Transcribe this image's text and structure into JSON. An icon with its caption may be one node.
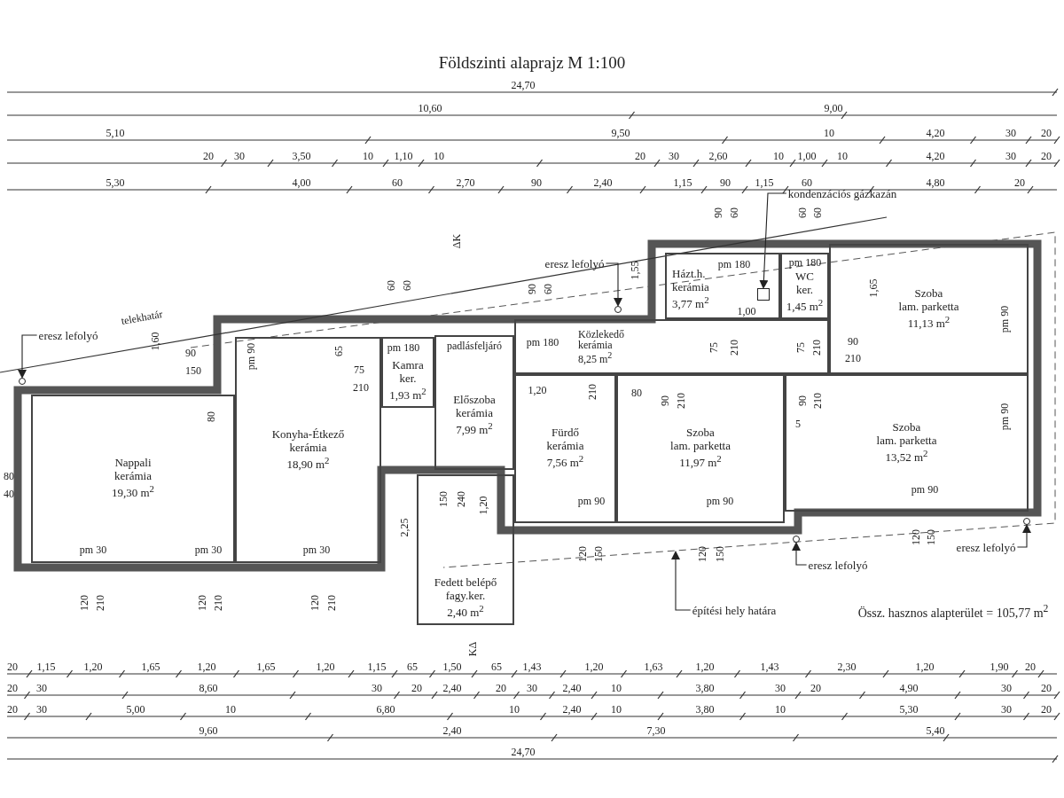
{
  "diagram": {
    "title": "Földszinti alaprajz M 1:100",
    "nodes": [
      {
        "text": [
          "Nappali",
          "kerámia",
          "19,30 m$^{2}$"
        ]
      },
      {
        "text": [
          "Konyha-Étkező",
          "kerámia",
          "18,90 m$^{2}$"
        ]
      },
      {
        "text": [
          "Kamra",
          "ker.",
          "1,93 m$^{2}$"
        ]
      },
      {
        "text": [
          "Előszoba",
          "kerámia",
          "7,99 m$^{2}$"
        ]
      },
      {
        "text": [
          "Fürdő",
          "kerámia",
          "7,56 m$^{2}$"
        ]
      },
      {
        "text": [
          "Közlekedő",
          "kerámia",
          "8,25 m$^{2}$"
        ]
      },
      {
        "text": [
          "Házt.h.",
          "kerámia",
          "3,77 m$^{2}$"
        ]
      },
      {
        "text": [
          "WC",
          "ker.",
          "1,45 m$^{2}$"
        ]
      },
      {
        "text": [
          "Szoba",
          "lam. parketta",
          "11,97 m$^{2}$"
        ]
      },
      {
        "text": [
          "Szoba",
          "lam. parketta",
          "11,13 m$^{2}$"
        ]
      },
      {
        "text": [
          "Szoba",
          "lam. parketta",
          "13,52 m$^{2}$"
        ]
      },
      {
        "text": [
          "Fedett belépő",
          "fagy.ker.",
          "2,40 m$^{2}$"
        ]
      },
      {
        "text": [
          "kondenzációs gázkazán"
        ]
      },
      {
        "text": [
          "eresz lefolyó"
        ]
      },
      {
        "text": [
          "eresz lefolyó"
        ]
      },
      {
        "text": [
          "eresz lefolyó"
        ]
      },
      {
        "text": [
          "eresz lefolyó"
        ]
      },
      {
        "text": [
          "építési hely határa"
        ]
      },
      {
        "text": [],
        "shape": "box",
        "in": 6
      },
      {
        "text": [],
        "shape": "circle"
      },
      {
        "text": [],
        "shape": "circle"
      },
      {
        "text": [],
        "shape": "circle"
      },
      {
        "text": [],
        "shape": "circle"
      }
    ],
    "edges": [
      {
        "from": 12,
        "to": 18,
        "arrow": "to"
      },
      {
        "from": 13,
        "to": 19,
        "arrow": "to"
      },
      {
        "from": 14,
        "to": 20,
        "arrow": "to"
      },
      {
        "from": 15,
        "to": 21,
        "arrow": "to"
      },
      {
        "from": 16,
        "to": 22,
        "arrow": "to"
      },
      {
        "from": 17,
        "to": null,
        "arrow": "to"
      }
    ],
    "labels": [
      "24,70",
      "10,60",
      "9,00",
      "5,10",
      "9,50",
      "10",
      "4,20",
      "30",
      "20",
      "20",
      "30",
      "3,50",
      "10",
      "1,10",
      "10",
      "20",
      "30",
      "2,60",
      "10",
      "1,00",
      "10",
      "4,20",
      "30",
      "20",
      "5,30",
      "4,00",
      "60",
      "2,70",
      "90",
      "2,40",
      "1,15",
      "90",
      "1,15",
      "60",
      "4,80",
      "20",
      "ΔK",
      "telekhatár",
      "1,60",
      "90",
      "150",
      "60",
      "60",
      "pm 90",
      "65",
      "pm 180",
      "75",
      "210",
      "80",
      "80",
      "40",
      "padlásfeljáró",
      "pm 180",
      "1,20",
      "90",
      "60",
      "1,55",
      "90",
      "60",
      "60",
      "60",
      "pm 180",
      "pm 180",
      "1,00",
      "1,65",
      "pm 90",
      "75",
      "210",
      "75",
      "210",
      "90",
      "210",
      "210",
      "80",
      "90",
      "210",
      "90",
      "210",
      "5",
      "pm 90",
      "pm 90",
      "pm 90",
      "pm 90",
      "2,25",
      "150",
      "240",
      "1,20",
      "pm 30",
      "pm 30",
      "pm 30",
      "120",
      "210",
      "120",
      "210",
      "120",
      "210",
      "120",
      "150",
      "120",
      "150",
      "120",
      "150",
      "KΔ",
      "Össz. hasznos alapterület = 105,77 m$^{2}$",
      "20",
      "1,15",
      "1,20",
      "1,65",
      "1,20",
      "1,65",
      "1,20",
      "1,15",
      "65",
      "1,50",
      "65",
      "1,43",
      "1,20",
      "1,63",
      "1,20",
      "1,43",
      "2,30",
      "1,20",
      "1,90",
      "20",
      "20",
      "30",
      "8,60",
      "30",
      "20",
      "2,40",
      "20",
      "30",
      "2,40",
      "10",
      "3,80",
      "30",
      "20",
      "4,90",
      "30",
      "20",
      "20",
      "30",
      "5,00",
      "10",
      "6,80",
      "10",
      "2,40",
      "10",
      "3,80",
      "10",
      "5,30",
      "30",
      "20",
      "9,60",
      "2,40",
      "7,30",
      "5,40",
      "24,70"
    ]
  }
}
